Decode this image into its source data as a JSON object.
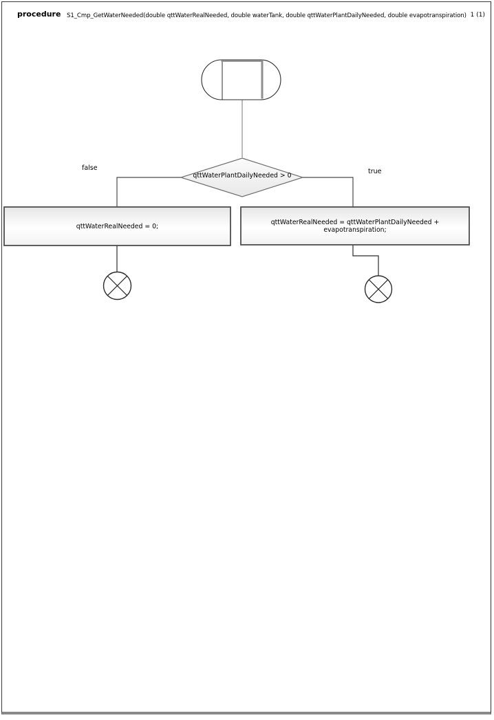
{
  "header": {
    "kind_label": "procedure",
    "title": "S1_Cmp_GetWaterNeeded(double qttWaterRealNeeded, double waterTank, double qttWaterPlantDailyNeeded, double evapotranspiration)",
    "page_number": "1 (1)"
  },
  "flowchart": {
    "start_node": "start",
    "decision": {
      "condition": "qttWaterPlantDailyNeeded > 0",
      "false_label": "false",
      "true_label": "true"
    },
    "false_branch": {
      "statement": "qttWaterRealNeeded = 0;",
      "end_node": "exit"
    },
    "true_branch": {
      "statement": "qttWaterRealNeeded = qttWaterPlantDailyNeeded + evapotranspiration;",
      "end_node": "exit"
    }
  },
  "colors": {
    "shape_border": "#4d4d4d",
    "diamond_border": "#6e6e6e",
    "connector": "#4a4a4a",
    "light_connector": "#8c8c8c",
    "gradient_top": "#e6e6e6",
    "gradient_mid": "#ffffff",
    "gradient_bottom": "#f1f1f1",
    "text": "#000000",
    "page_border": "#383838"
  }
}
